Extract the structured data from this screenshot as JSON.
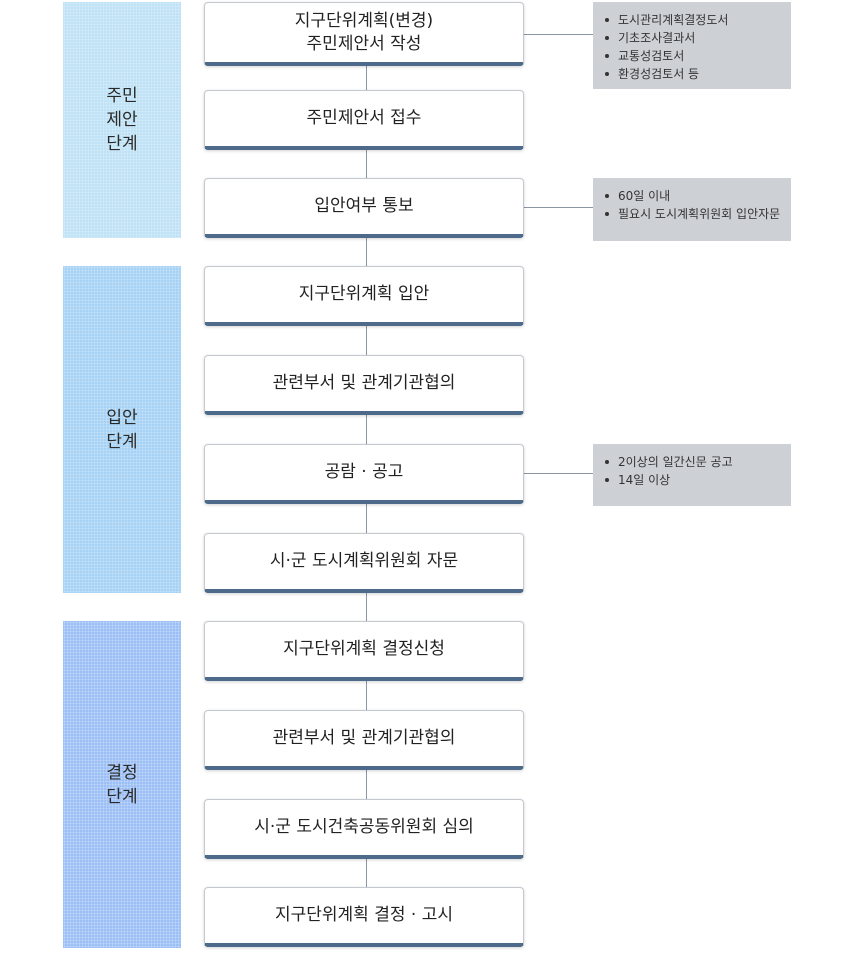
{
  "stages": [
    {
      "label": "주민\n제안\n단계",
      "color": "#bfe2f6"
    },
    {
      "label": "입안\n단계",
      "color": "#a6d3f5"
    },
    {
      "label": "결정\n단계",
      "color": "#9cc0f6"
    }
  ],
  "steps": [
    {
      "label": "지구단위계획(변경)\n주민제안서 작성"
    },
    {
      "label": "주민제안서 접수"
    },
    {
      "label": "입안여부 통보"
    },
    {
      "label": "지구단위계획 입안"
    },
    {
      "label": "관련부서 및 관계기관협의"
    },
    {
      "label": "공람 · 공고"
    },
    {
      "label": "시·군 도시계획위원회 자문"
    },
    {
      "label": "지구단위계획 결정신청"
    },
    {
      "label": "관련부서 및 관계기관협의"
    },
    {
      "label": "시·군 도시건축공동위원회 심의"
    },
    {
      "label": "지구단위계획 결정 · 고시"
    }
  ],
  "notes": [
    {
      "items": [
        "도시관리계획결정도서",
        "기초조사결과서",
        "교통성검토서",
        "환경성검토서 등"
      ]
    },
    {
      "items": [
        "60일 이내",
        "필요시 도시계획위원회 입안자문"
      ]
    },
    {
      "items": [
        "2이상의 일간신문 공고",
        "14일 이상"
      ]
    }
  ],
  "colors": {
    "step_border_bottom": "#4d6a8a",
    "note_bg": "#cdd1d6",
    "connector": "#8a96a4"
  }
}
